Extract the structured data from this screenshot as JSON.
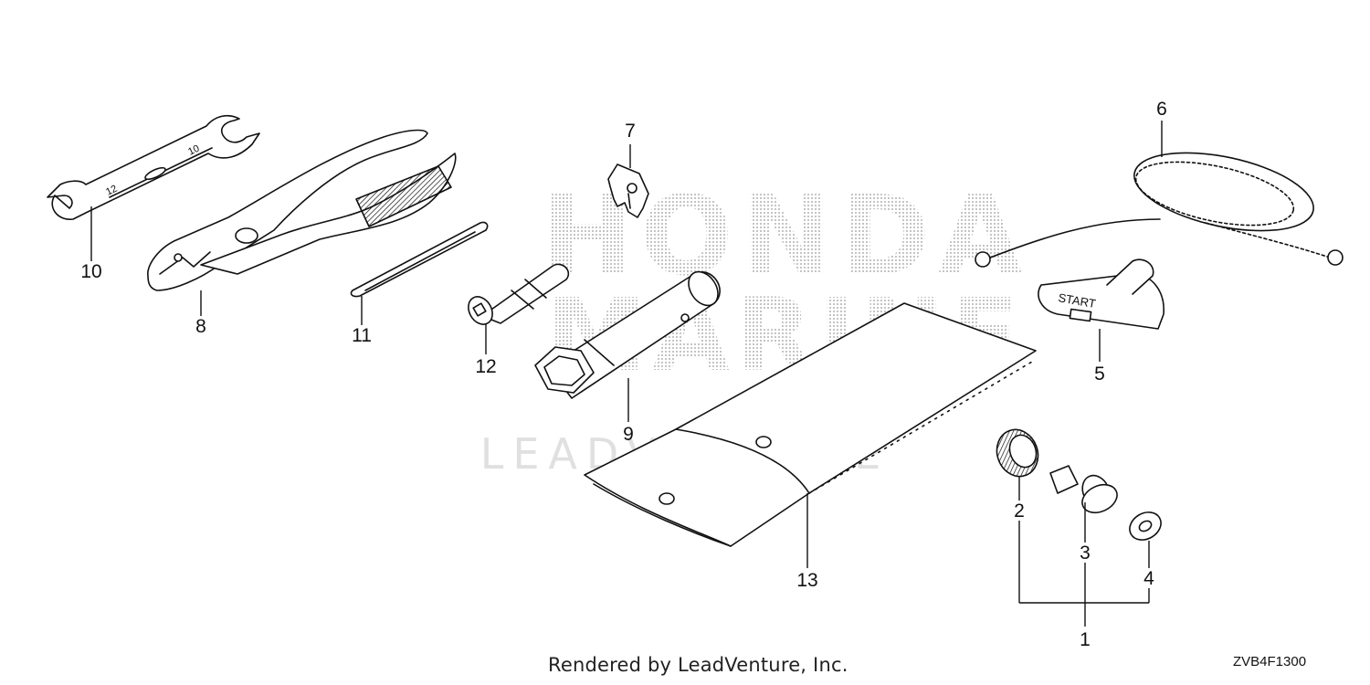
{
  "watermark": {
    "line1": "HONDA",
    "line2": "MARINE",
    "line3": "LEADVENTURE"
  },
  "parts": {
    "p1": "1",
    "p2": "2",
    "p3": "3",
    "p4": "4",
    "p5": "5",
    "p6": "6",
    "p7": "7",
    "p8": "8",
    "p9": "9",
    "p10": "10",
    "p11": "11",
    "p12": "12",
    "p13": "13"
  },
  "embossed": {
    "starter_grip": "START",
    "wrench_size_a": "12",
    "wrench_size_b": "10"
  },
  "footer": {
    "credit": "Rendered by LeadVenture, Inc.",
    "diagram_code": "ZVB4F1300"
  }
}
